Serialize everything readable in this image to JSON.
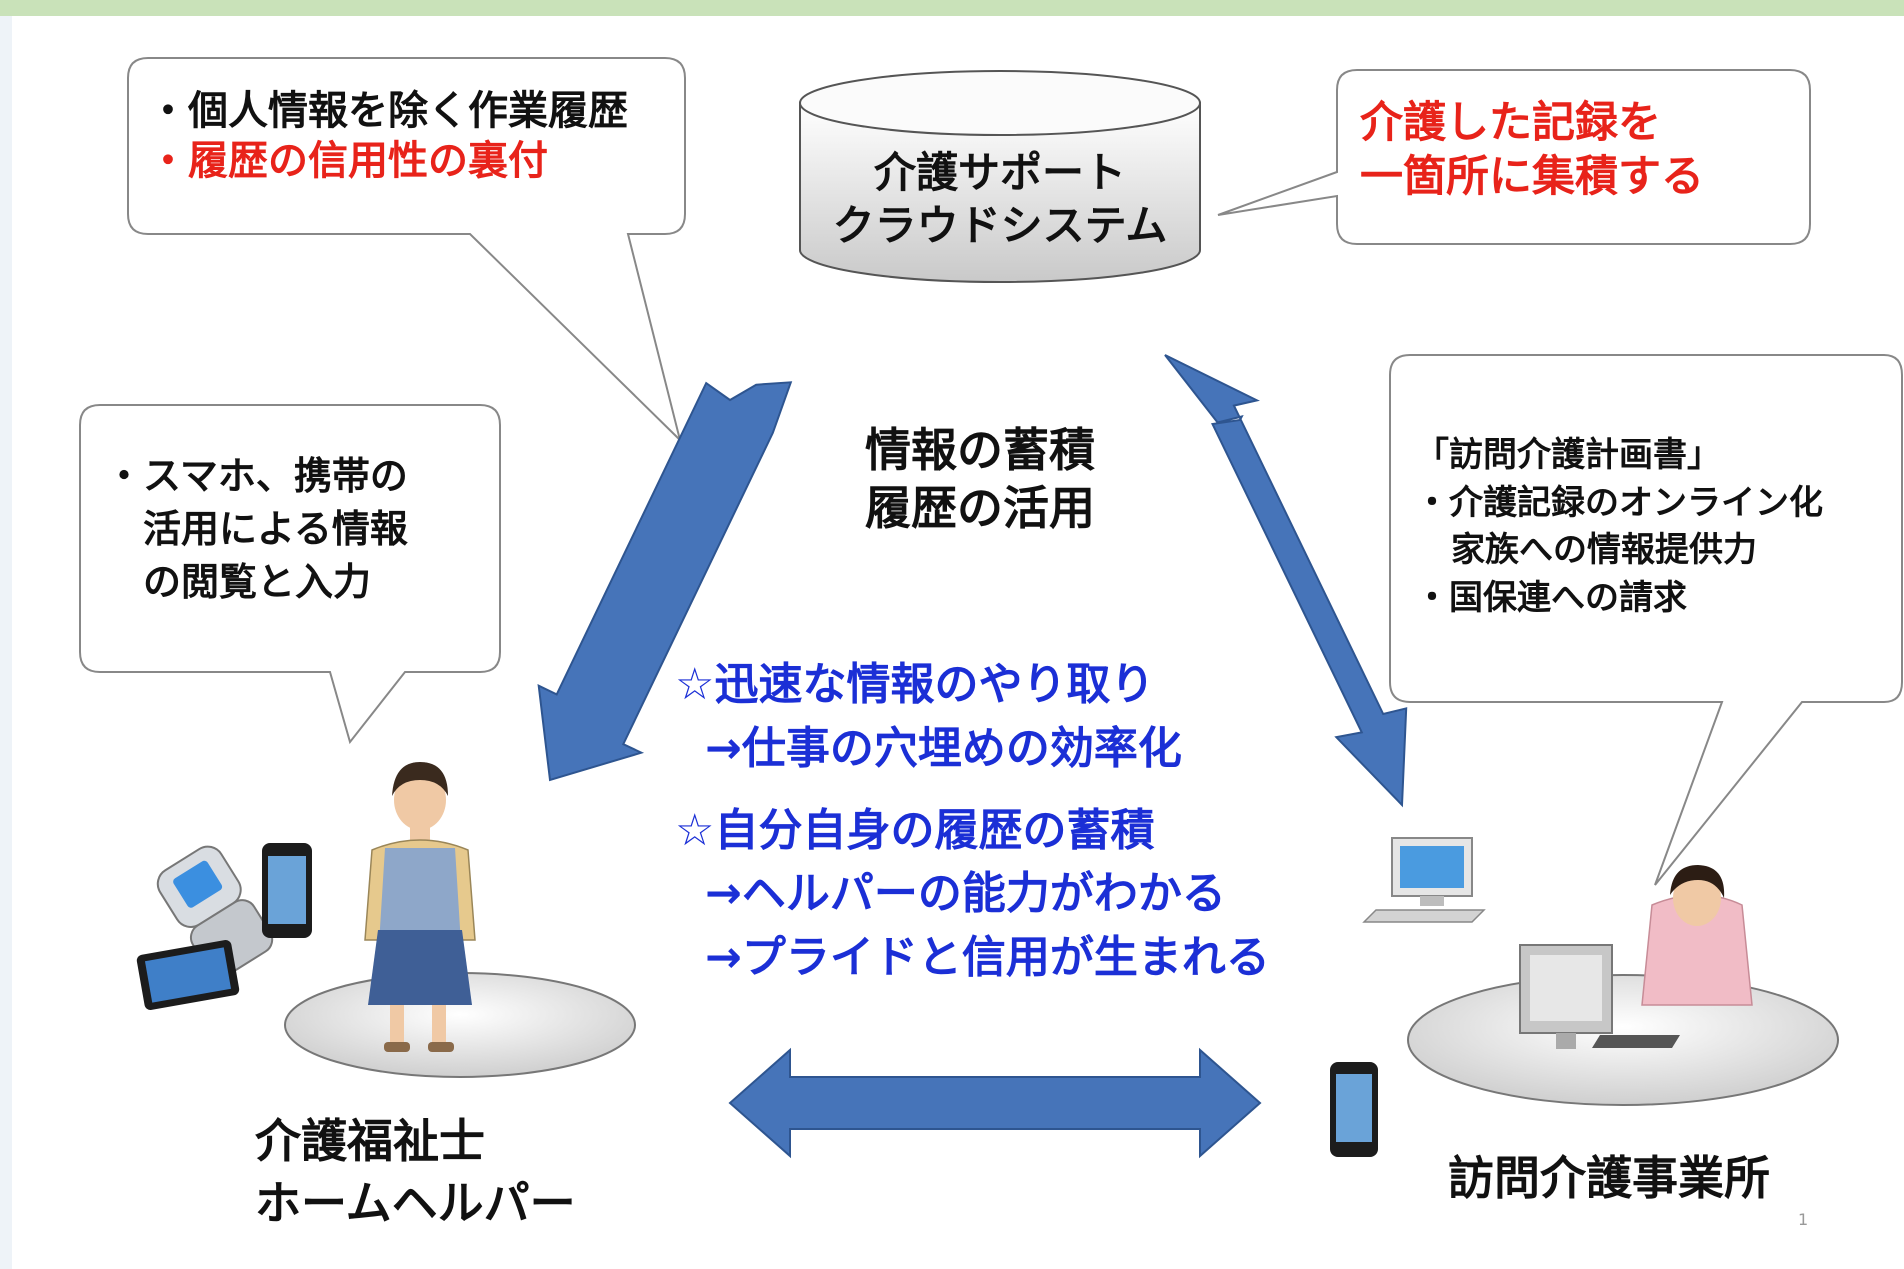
{
  "cloud": {
    "line1": "介護サポート",
    "line2": "クラウドシステム"
  },
  "bubble_top_left": {
    "line1": "・個人情報を除く作業履歴",
    "line2": "・履歴の信用性の裏付"
  },
  "bubble_top_right": {
    "line1": "介護した記録を",
    "line2": "一箇所に集積する"
  },
  "bubble_left": {
    "line1": "・スマホ、携帯の",
    "line2": "活用による情報",
    "line3": "の閲覧と入力"
  },
  "bubble_right": {
    "line1": "「訪問介護計画書」",
    "line2": "・介護記録のオンライン化",
    "line3": "家族への情報提供力",
    "line4": "・国保連への請求"
  },
  "center": {
    "line1": "情報の蓄積",
    "line2": "履歴の活用"
  },
  "benefits": {
    "b1": "☆迅速な情報のやり取り",
    "b2": "→仕事の穴埋めの効率化",
    "b3": "☆自分自身の履歴の蓄積",
    "b4": "→ヘルパーの能力がわかる",
    "b5": "→プライドと信用が生まれる"
  },
  "helper_label": {
    "line1": "介護福祉士",
    "line2": "ホームヘルパー"
  },
  "office_label": "訪問介護事業所",
  "page_number": "1",
  "colors": {
    "accent_red": "#e8231a",
    "accent_blue": "#1b2fd6",
    "arrow_blue": "#4674b9",
    "top_bar": "#c9e2b9"
  }
}
